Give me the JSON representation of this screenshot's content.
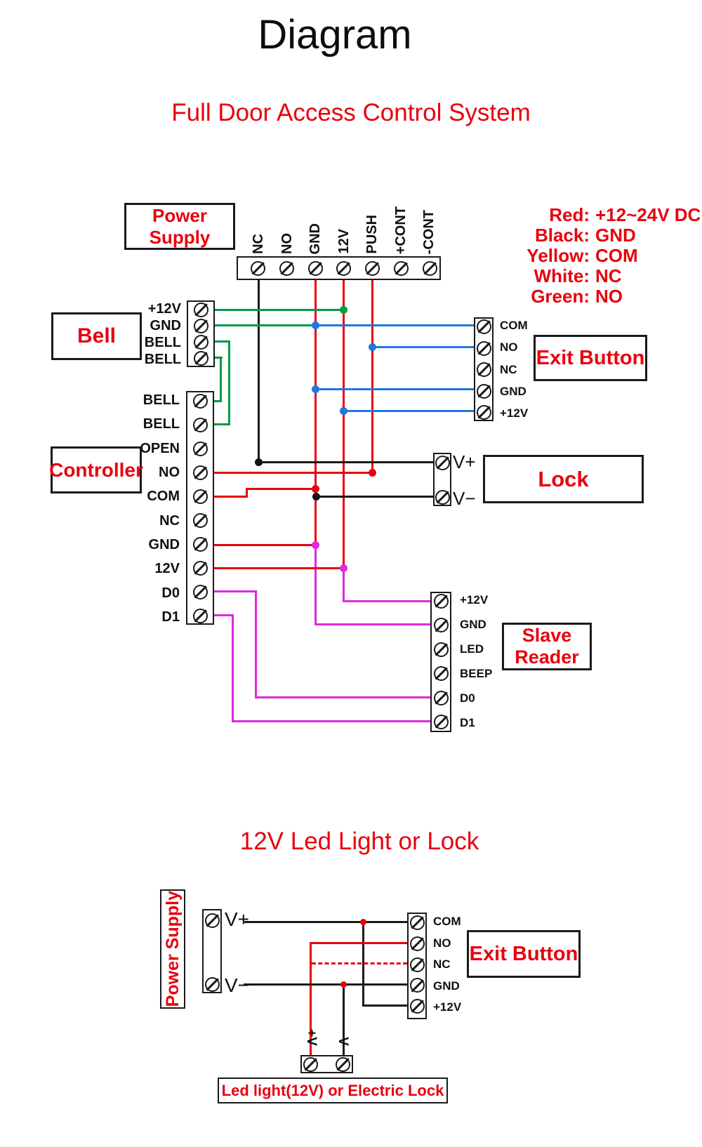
{
  "page": {
    "title": "Diagram",
    "subtitle": "Full Door Access Control System",
    "section2_title": "12V Led Light or Lock"
  },
  "colors": {
    "red_wire": "#e8000d",
    "black_wire": "#1a1a1a",
    "green_wire": "#009a44",
    "blue_wire": "#2277dd",
    "magenta_wire": "#e128e1",
    "red_text": "#e8000d"
  },
  "legend": {
    "entries": [
      {
        "name": "Red:",
        "value": "+12~24V DC"
      },
      {
        "name": "Black:",
        "value": "GND"
      },
      {
        "name": "Yellow:",
        "value": "COM"
      },
      {
        "name": "White:",
        "value": "NC"
      },
      {
        "name": "Green:",
        "value": "NO"
      }
    ]
  },
  "main": {
    "power_supply": {
      "label": "Power Supply",
      "terminals": [
        "NC",
        "NO",
        "GND",
        "12V",
        "PUSH",
        "+CONT",
        "-CONT"
      ]
    },
    "bell": {
      "label": "Bell",
      "terminals": [
        "+12V",
        "GND",
        "BELL",
        "BELL"
      ]
    },
    "controller": {
      "label": "Controller",
      "terminals": [
        "BELL",
        "BELL",
        "OPEN",
        "NO",
        "COM",
        "NC",
        "GND",
        "12V",
        "D0",
        "D1"
      ]
    },
    "exit_button": {
      "label": "Exit Button",
      "terminals": [
        "COM",
        "NO",
        "NC",
        "GND",
        "+12V"
      ]
    },
    "lock": {
      "label": "Lock",
      "terminals": [
        "V+",
        "V−"
      ]
    },
    "slave_reader": {
      "label_line1": "Slave",
      "label_line2": "Reader",
      "terminals": [
        "+12V",
        "GND",
        "LED",
        "BEEP",
        "D0",
        "D1"
      ]
    }
  },
  "second": {
    "power_supply": {
      "label": "Power Supply",
      "terminals": [
        "V+",
        "V−"
      ]
    },
    "exit_button": {
      "label": "Exit Button",
      "terminals": [
        "COM",
        "NO",
        "NC",
        "GND",
        "+12V"
      ]
    },
    "led": {
      "label": "Led light(12V) or Electric Lock",
      "terminals": [
        "V+",
        "V−"
      ]
    }
  }
}
